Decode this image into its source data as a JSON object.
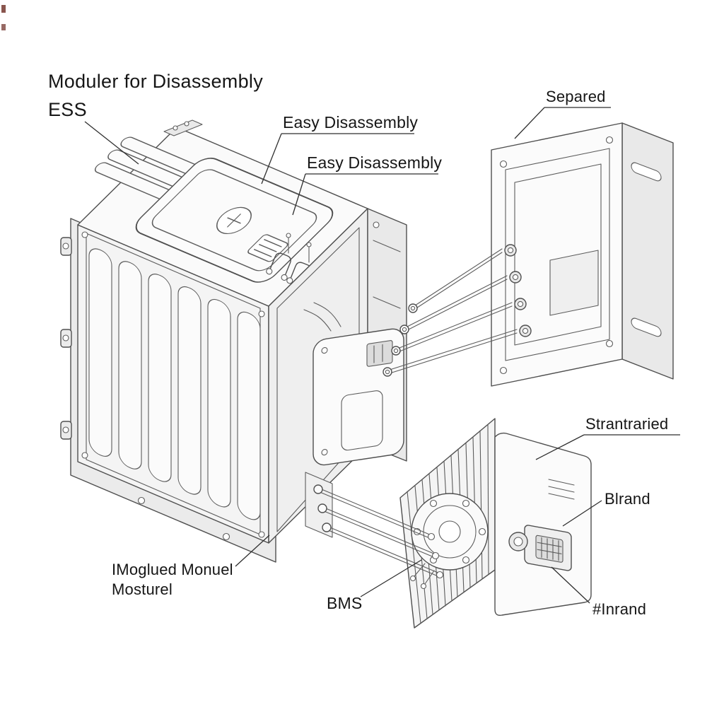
{
  "diagram": {
    "title": "Moduler for Disassembly",
    "subtitle": "ESS",
    "labels": {
      "easy1": "Easy Disassembly",
      "easy2": "Easy Disassembly",
      "separed": "Separed",
      "strantraried": "Strantraried",
      "blrand": "Blrand",
      "inrand": "#Inrand",
      "bms": "BMS",
      "module_line1": "IMoglued Monuel",
      "module_line2": "Mosturel"
    },
    "colors": {
      "line": "#4f4f4f",
      "text": "#161616",
      "background": "#ffffff"
    }
  }
}
